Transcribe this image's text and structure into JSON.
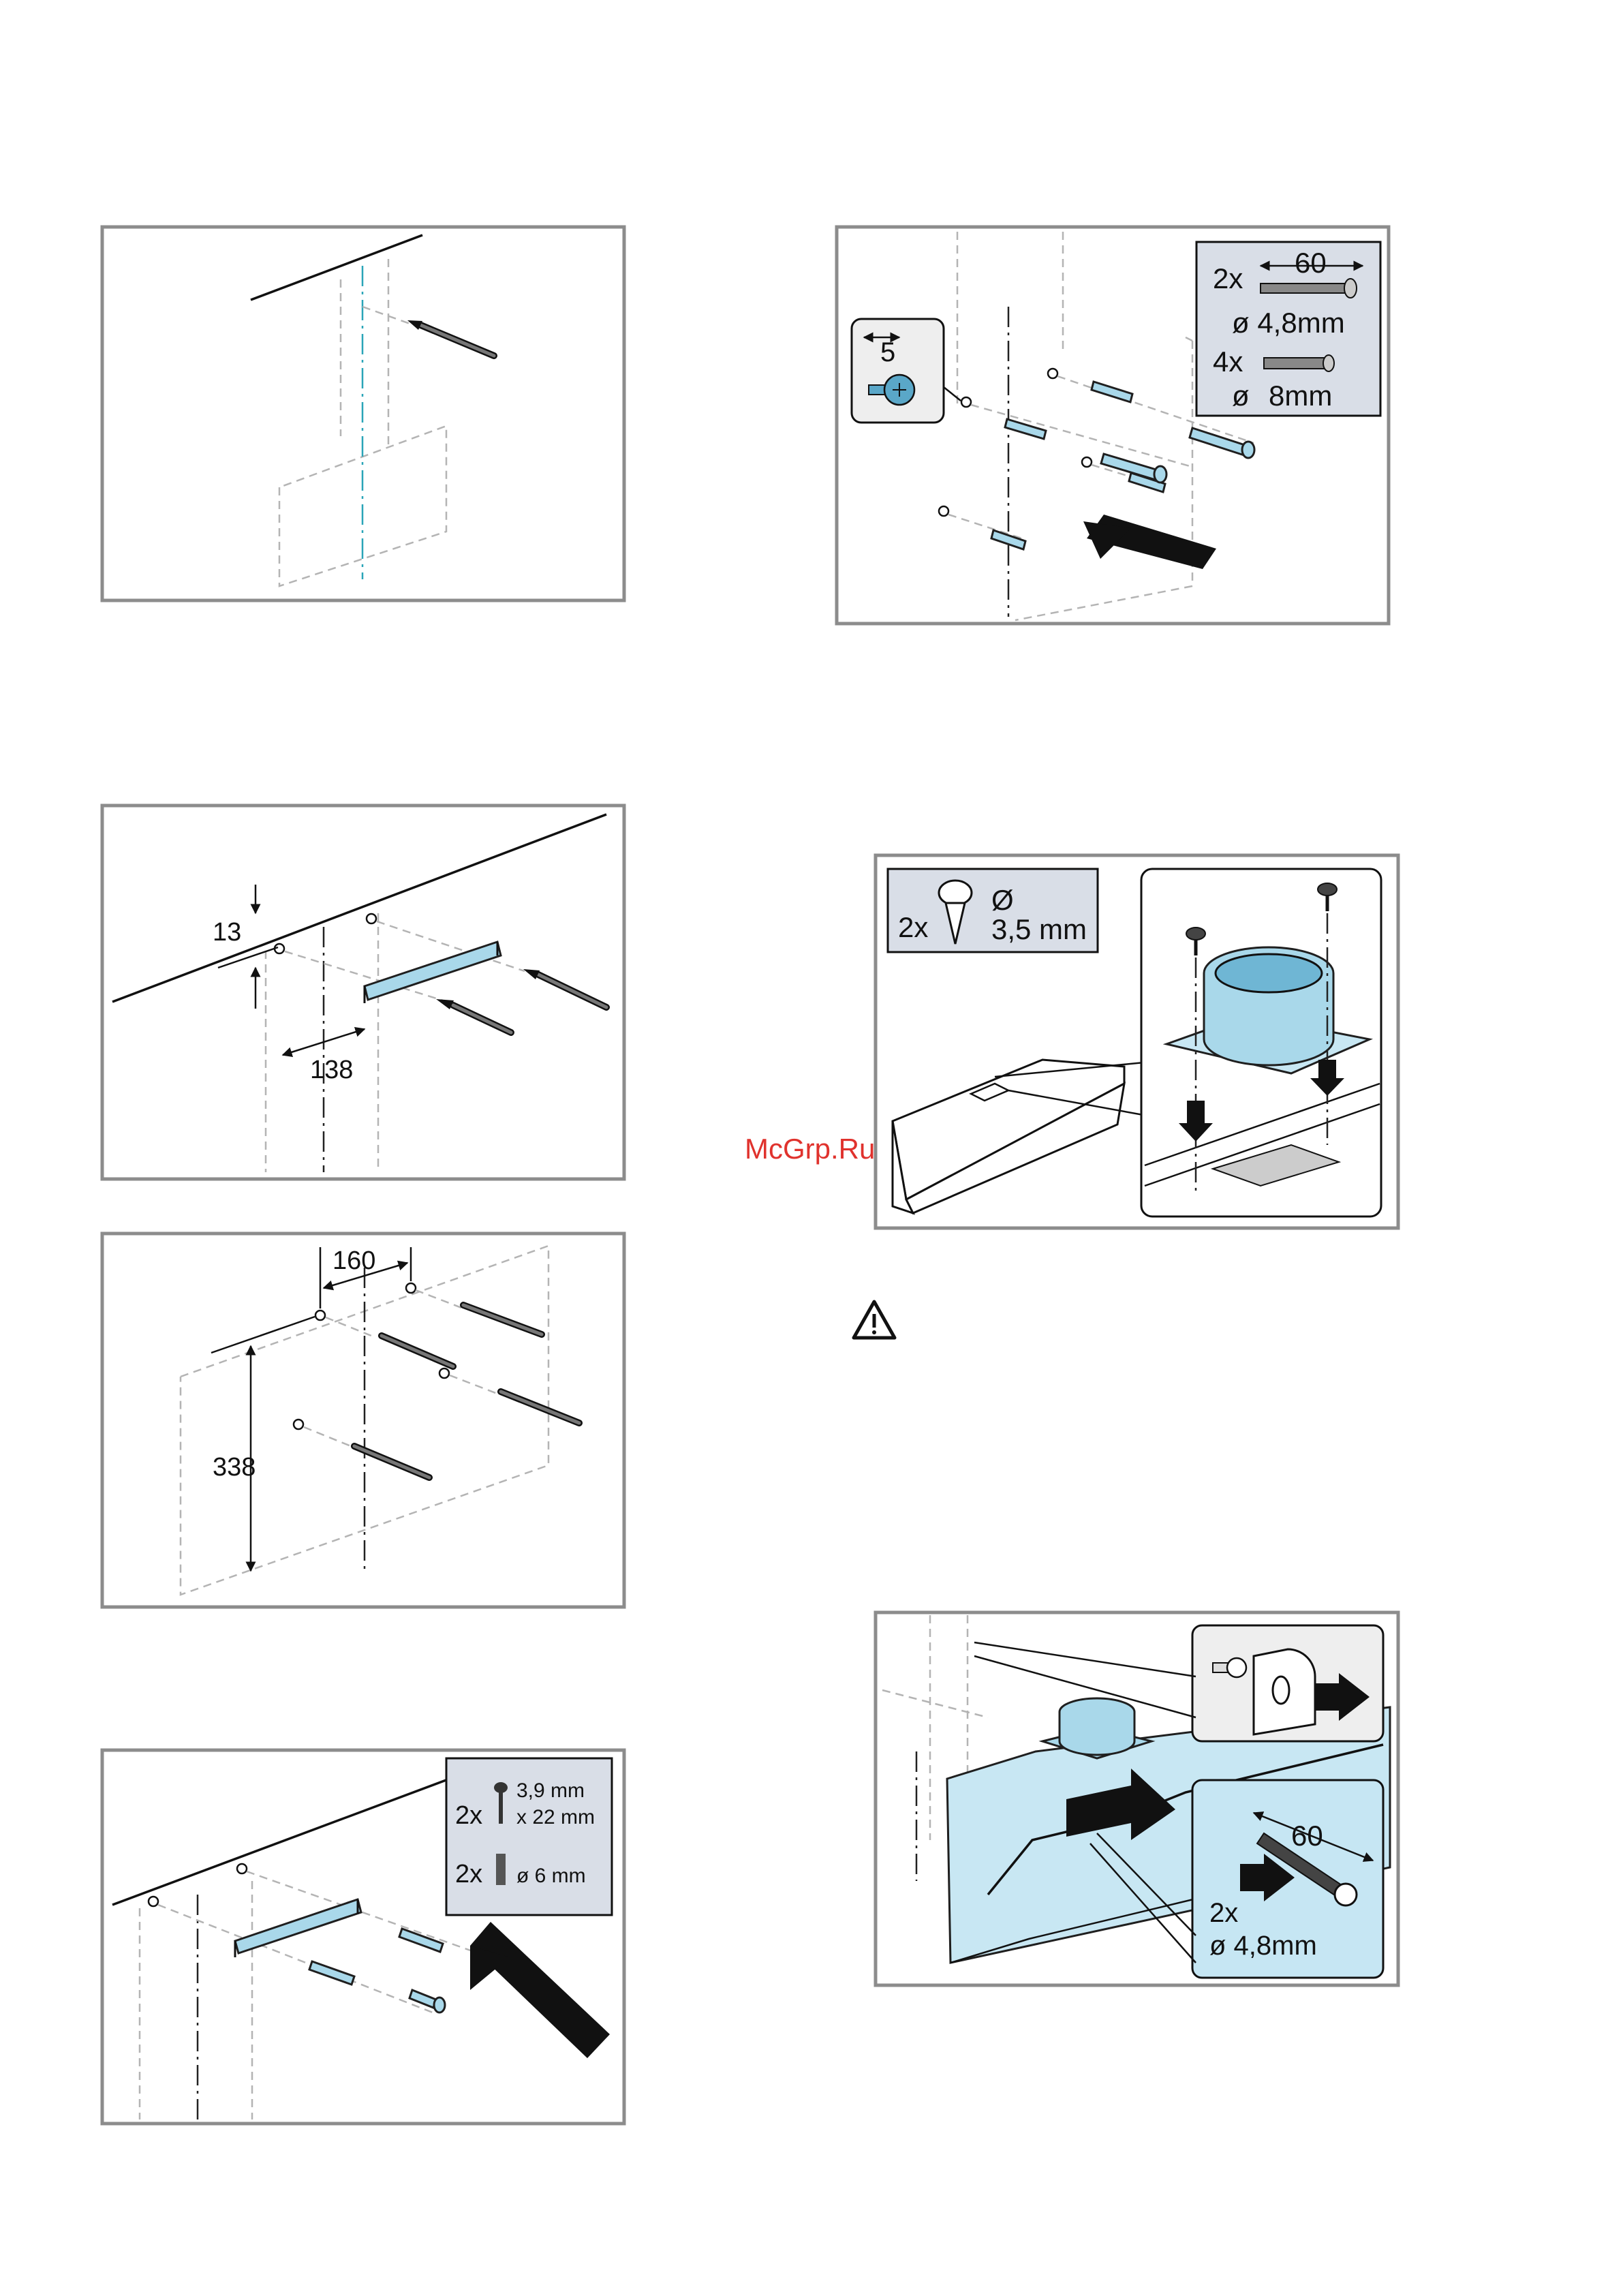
{
  "watermark": "McGrp.Ru",
  "diagram1": {},
  "diagram2": {
    "qty_screw": "2x",
    "screw_length": "60",
    "screw_diameter": "ø 4,8mm",
    "qty_dowel": "4x",
    "dowel_diameter_symbol": "ø",
    "dowel_diameter": "8mm",
    "inset_dimension": "5"
  },
  "diagram3": {
    "dim_vertical": "13",
    "dim_horizontal": "138"
  },
  "diagram4": {
    "qty": "2x",
    "diameter_symbol": "Ø",
    "diameter_value": "3,5 mm"
  },
  "diagram5": {
    "dim_horizontal": "160",
    "dim_vertical": "338"
  },
  "diagram6": {
    "qty_screw": "2x",
    "screw_size_1": "3,9 mm",
    "screw_size_2": "x 22 mm",
    "qty_dowel": "2x",
    "dowel_size": "ø 6 mm"
  },
  "diagram7": {
    "screw_length": "60",
    "qty": "2x",
    "diameter": "ø 4,8mm"
  },
  "warning_icon": "warning-triangle-icon"
}
